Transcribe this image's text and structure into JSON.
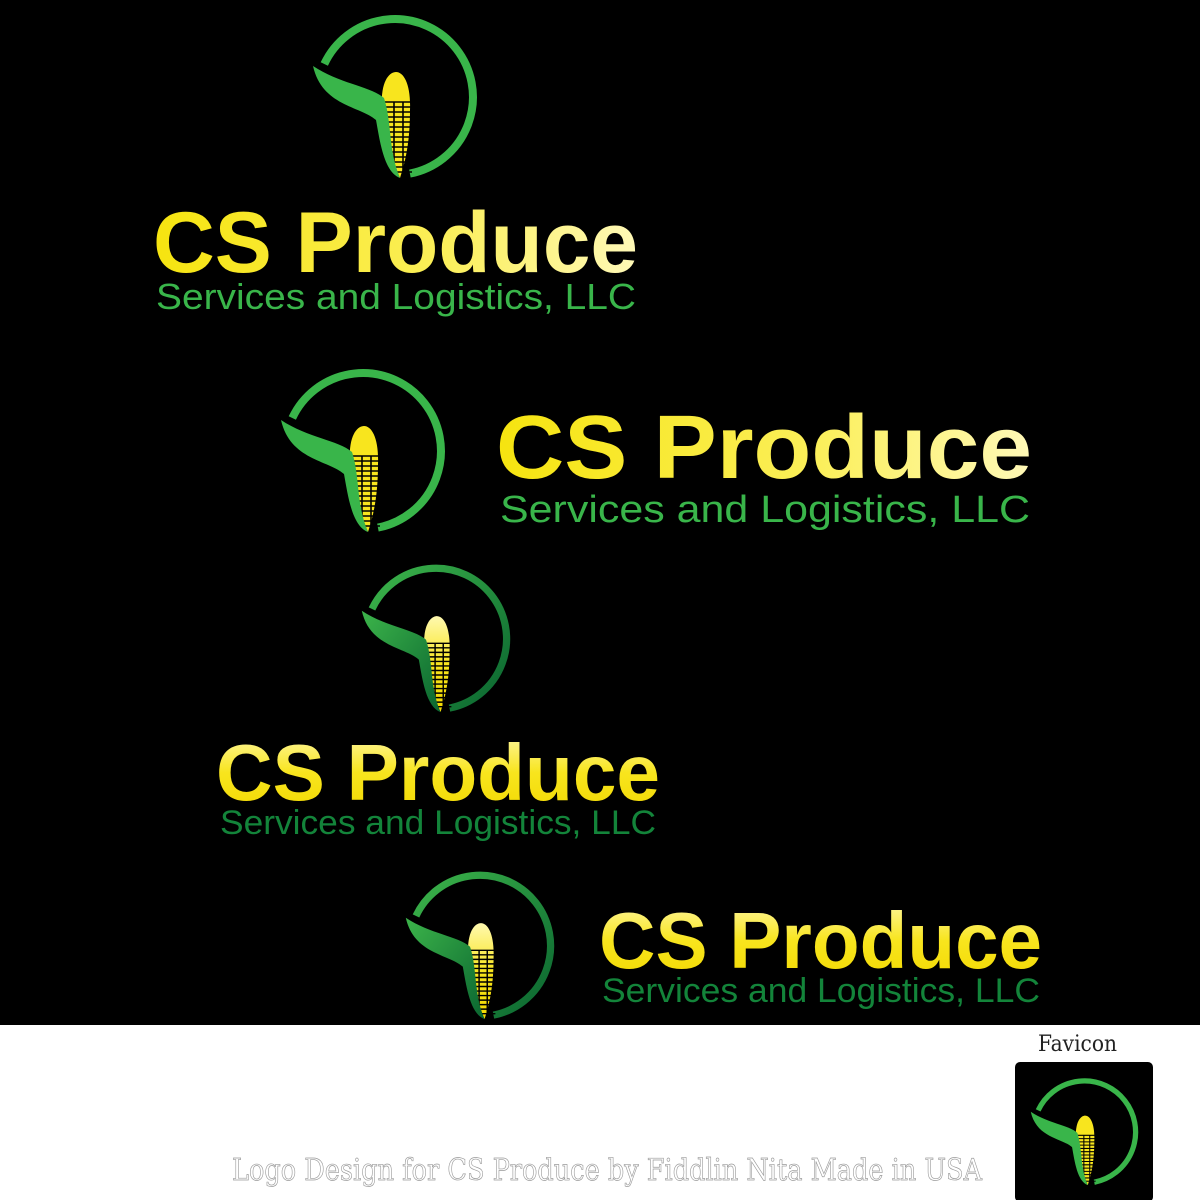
{
  "logos": [
    {
      "title": "CS Produce",
      "subtitle": "Services and Logistics, LLC",
      "icon": "corn-leaf-circle-icon"
    },
    {
      "title": "CS Produce",
      "subtitle": "Services and Logistics, LLC",
      "icon": "corn-leaf-circle-icon"
    },
    {
      "title": "CS Produce",
      "subtitle": "Services and Logistics, LLC",
      "icon": "corn-leaf-circle-icon"
    },
    {
      "title": "CS Produce",
      "subtitle": "Services and Logistics, LLC",
      "icon": "corn-leaf-circle-icon"
    }
  ],
  "favicon": {
    "label": "Favicon",
    "icon": "corn-leaf-circle-icon"
  },
  "footer": {
    "credit": "Logo Design for CS Produce by Fiddlin Nita Made in USA"
  },
  "colors": {
    "background": "#000000",
    "green": "#39b54a",
    "dark_green": "#0b6e31",
    "yellow": "#f8e51e",
    "footer_text": "#9a9a9a"
  }
}
